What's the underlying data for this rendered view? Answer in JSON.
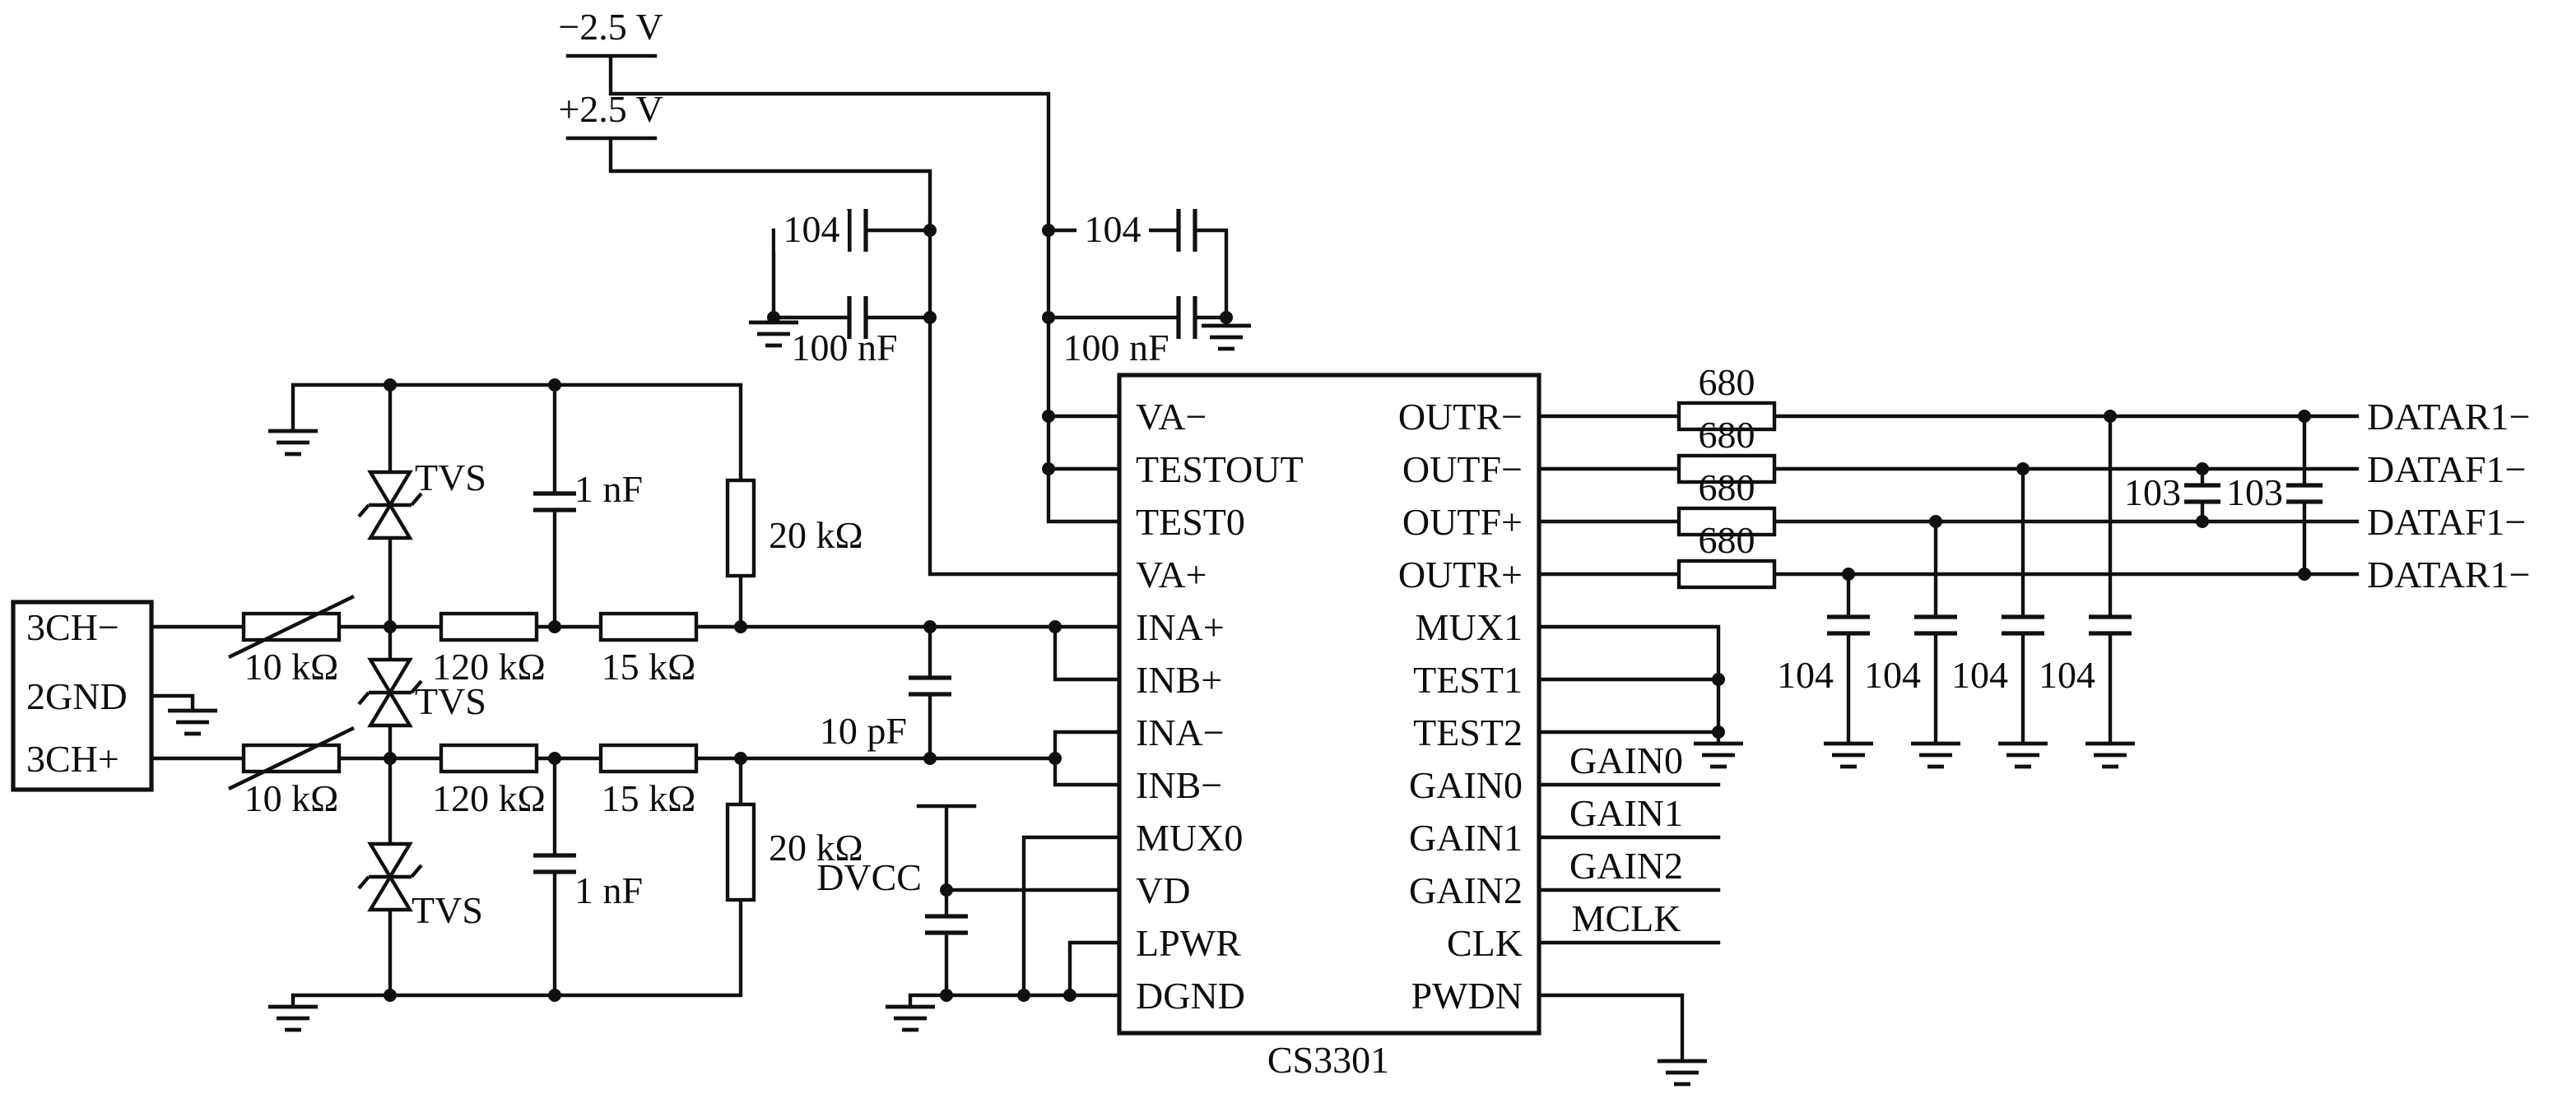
{
  "supplies": {
    "negative": "−2.5 V",
    "positive": "+2.5 V",
    "digital": "DVCC"
  },
  "connector": {
    "pins": [
      "3CH−",
      "2GND",
      "3CH+"
    ]
  },
  "components": {
    "tvs": "TVS",
    "input_resistor": "10 kΩ",
    "series_resistor_1": "120 kΩ",
    "series_resistor_2": "15 kΩ",
    "bias_resistor": "20 kΩ",
    "filter_cap": "1 nF",
    "input_cap": "10 pF",
    "bypass_cap_code": "104",
    "bypass_cap_value": "100 nF",
    "output_resistor": "680",
    "output_cap_code": "104",
    "pair_cap_code": "103"
  },
  "chip": {
    "name": "CS3301",
    "left_pins": [
      "VA−",
      "TESTOUT",
      "TEST0",
      "VA+",
      "INA+",
      "INB+",
      "INA−",
      "INB−",
      "MUX0",
      "VD",
      "LPWR",
      "DGND"
    ],
    "right_pins": [
      "OUTR−",
      "OUTF−",
      "OUTF+",
      "OUTR+",
      "MUX1",
      "TEST1",
      "TEST2",
      "GAIN0",
      "GAIN1",
      "GAIN2",
      "CLK",
      "PWDN"
    ]
  },
  "net_labels": {
    "gain0": "GAIN0",
    "gain1": "GAIN1",
    "gain2": "GAIN2",
    "mclk": "MCLK"
  },
  "outputs": [
    "DATAR1−",
    "DATAF1−",
    "DATAF1−",
    "DATAR1−"
  ]
}
